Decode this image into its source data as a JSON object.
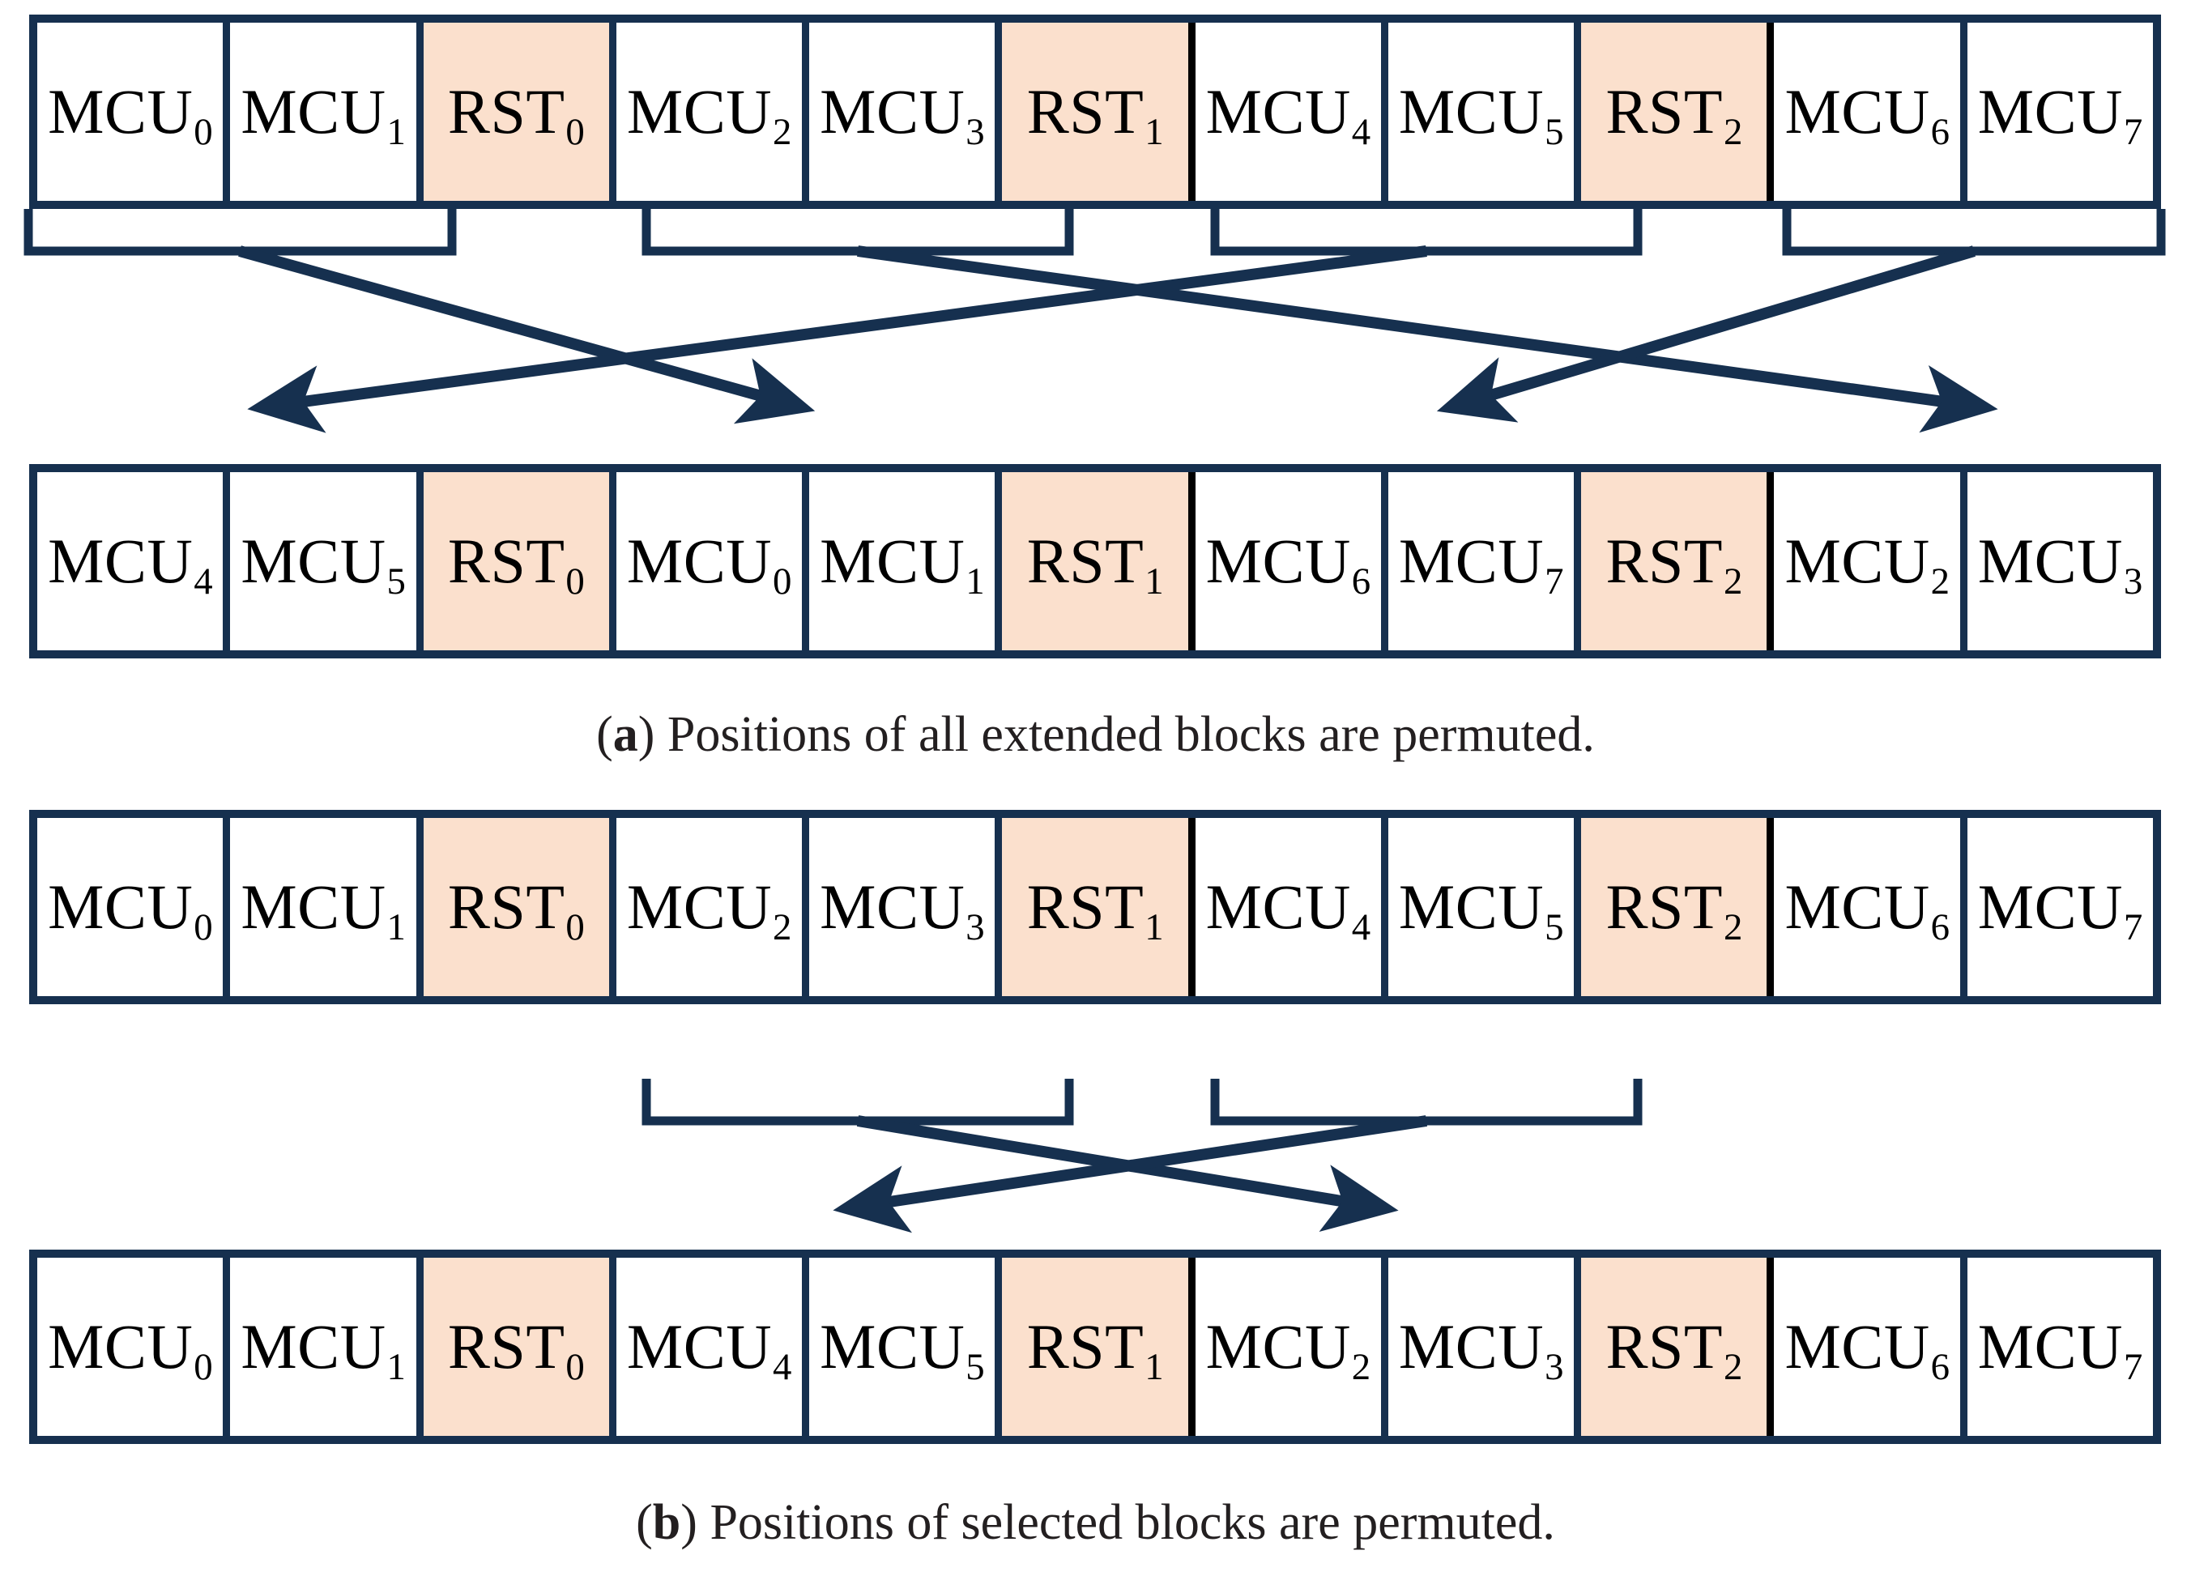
{
  "colors": {
    "stroke": "#16304f",
    "rst_fill": "#fbe0cd",
    "cell_fill": "#ffffff",
    "text": "#000000",
    "caption_text": "#231f20",
    "black_divider": "#000000"
  },
  "figure_a": {
    "caption_prefix": "(",
    "caption_letter": "a",
    "caption_suffix": ")",
    "caption_text": "Positions of all extended blocks are permuted.",
    "caption_full": "(a) Positions of all extended blocks are permuted.",
    "top_row": {
      "name": "original-sequence",
      "cells": [
        {
          "base": "MCU",
          "sub": "0",
          "type": "mcu"
        },
        {
          "base": "MCU",
          "sub": "1",
          "type": "mcu"
        },
        {
          "base": "RST",
          "sub": "0",
          "type": "rst"
        },
        {
          "base": "MCU",
          "sub": "2",
          "type": "mcu"
        },
        {
          "base": "MCU",
          "sub": "3",
          "type": "mcu"
        },
        {
          "base": "RST",
          "sub": "1",
          "type": "rst"
        },
        {
          "base": "MCU",
          "sub": "4",
          "type": "mcu"
        },
        {
          "base": "MCU",
          "sub": "5",
          "type": "mcu"
        },
        {
          "base": "RST",
          "sub": "2",
          "type": "rst"
        },
        {
          "base": "MCU",
          "sub": "6",
          "type": "mcu"
        },
        {
          "base": "MCU",
          "sub": "7",
          "type": "mcu"
        }
      ]
    },
    "bottom_row": {
      "name": "permuted-sequence",
      "cells": [
        {
          "base": "MCU",
          "sub": "4",
          "type": "mcu"
        },
        {
          "base": "MCU",
          "sub": "5",
          "type": "mcu"
        },
        {
          "base": "RST",
          "sub": "0",
          "type": "rst"
        },
        {
          "base": "MCU",
          "sub": "0",
          "type": "mcu"
        },
        {
          "base": "MCU",
          "sub": "1",
          "type": "mcu"
        },
        {
          "base": "RST",
          "sub": "1",
          "type": "rst"
        },
        {
          "base": "MCU",
          "sub": "6",
          "type": "mcu"
        },
        {
          "base": "MCU",
          "sub": "7",
          "type": "mcu"
        },
        {
          "base": "RST",
          "sub": "2",
          "type": "rst"
        },
        {
          "base": "MCU",
          "sub": "2",
          "type": "mcu"
        },
        {
          "base": "MCU",
          "sub": "3",
          "type": "mcu"
        }
      ]
    },
    "groups": [
      {
        "label": "group-0",
        "cells": [
          "MCU0",
          "MCU1"
        ],
        "maps_to": "slot-3"
      },
      {
        "label": "group-1",
        "cells": [
          "MCU2",
          "MCU3"
        ],
        "maps_to": "slot-9"
      },
      {
        "label": "group-2",
        "cells": [
          "MCU4",
          "MCU5"
        ],
        "maps_to": "slot-0"
      },
      {
        "label": "group-3",
        "cells": [
          "MCU6",
          "MCU7"
        ],
        "maps_to": "slot-6"
      }
    ]
  },
  "figure_b": {
    "caption_prefix": "(",
    "caption_letter": "b",
    "caption_suffix": ")",
    "caption_text": "Positions of selected blocks are permuted.",
    "caption_full": "(b) Positions of selected blocks are permuted.",
    "top_row": {
      "name": "original-sequence",
      "cells": [
        {
          "base": "MCU",
          "sub": "0",
          "type": "mcu"
        },
        {
          "base": "MCU",
          "sub": "1",
          "type": "mcu"
        },
        {
          "base": "RST",
          "sub": "0",
          "type": "rst"
        },
        {
          "base": "MCU",
          "sub": "2",
          "type": "mcu"
        },
        {
          "base": "MCU",
          "sub": "3",
          "type": "mcu"
        },
        {
          "base": "RST",
          "sub": "1",
          "type": "rst"
        },
        {
          "base": "MCU",
          "sub": "4",
          "type": "mcu"
        },
        {
          "base": "MCU",
          "sub": "5",
          "type": "mcu"
        },
        {
          "base": "RST",
          "sub": "2",
          "type": "rst"
        },
        {
          "base": "MCU",
          "sub": "6",
          "type": "mcu"
        },
        {
          "base": "MCU",
          "sub": "7",
          "type": "mcu"
        }
      ]
    },
    "bottom_row": {
      "name": "permuted-sequence",
      "cells": [
        {
          "base": "MCU",
          "sub": "0",
          "type": "mcu"
        },
        {
          "base": "MCU",
          "sub": "1",
          "type": "mcu"
        },
        {
          "base": "RST",
          "sub": "0",
          "type": "rst"
        },
        {
          "base": "MCU",
          "sub": "4",
          "type": "mcu"
        },
        {
          "base": "MCU",
          "sub": "5",
          "type": "mcu"
        },
        {
          "base": "RST",
          "sub": "1",
          "type": "rst"
        },
        {
          "base": "MCU",
          "sub": "2",
          "type": "mcu"
        },
        {
          "base": "MCU",
          "sub": "3",
          "type": "mcu"
        },
        {
          "base": "RST",
          "sub": "2",
          "type": "rst"
        },
        {
          "base": "MCU",
          "sub": "6",
          "type": "mcu"
        },
        {
          "base": "MCU",
          "sub": "7",
          "type": "mcu"
        }
      ]
    },
    "groups": [
      {
        "label": "group-0",
        "cells": [
          "MCU2",
          "MCU3"
        ],
        "maps_to": "slot-6"
      },
      {
        "label": "group-1",
        "cells": [
          "MCU4",
          "MCU5"
        ],
        "maps_to": "slot-3"
      }
    ]
  }
}
